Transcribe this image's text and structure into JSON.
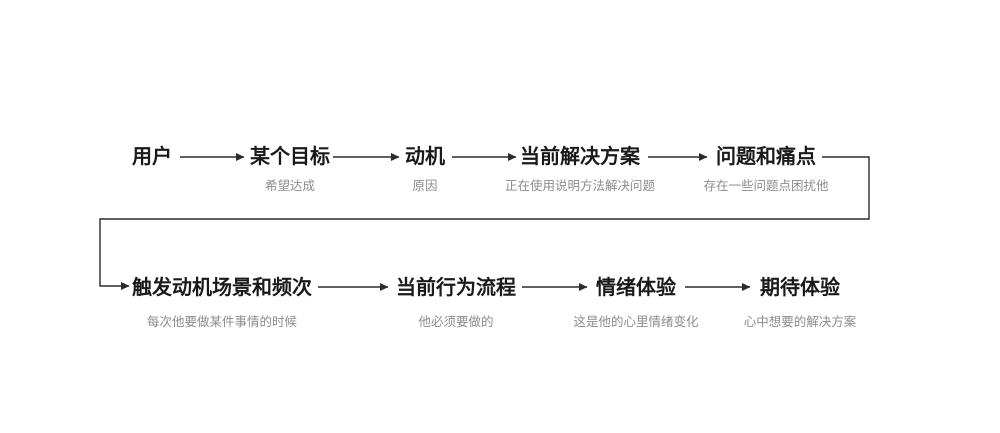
{
  "page": {
    "background": "#ffffff"
  },
  "diagram": {
    "type": "flow",
    "colors": {
      "title": "#1a1a1a",
      "subtitle": "#8c8c8c",
      "line": "#2b2b2b"
    },
    "rows": [
      {
        "nodes": [
          {
            "title": "用户",
            "subtitle": ""
          },
          {
            "title": "某个目标",
            "subtitle": "希望达成"
          },
          {
            "title": "动机",
            "subtitle": "原因"
          },
          {
            "title": "当前解决方案",
            "subtitle": "正在使用说明方法解决问题"
          },
          {
            "title": "问题和痛点",
            "subtitle": "存在一些问题点困扰他"
          }
        ]
      },
      {
        "nodes": [
          {
            "title": "触发动机场景和频次",
            "subtitle": "每次他要做某件事情的时候"
          },
          {
            "title": "当前行为流程",
            "subtitle": "他必须要做的"
          },
          {
            "title": "情绪体验",
            "subtitle": "这是他的心里情绪变化"
          },
          {
            "title": "期待体验",
            "subtitle": "心中想要的解决方案"
          }
        ]
      }
    ]
  }
}
